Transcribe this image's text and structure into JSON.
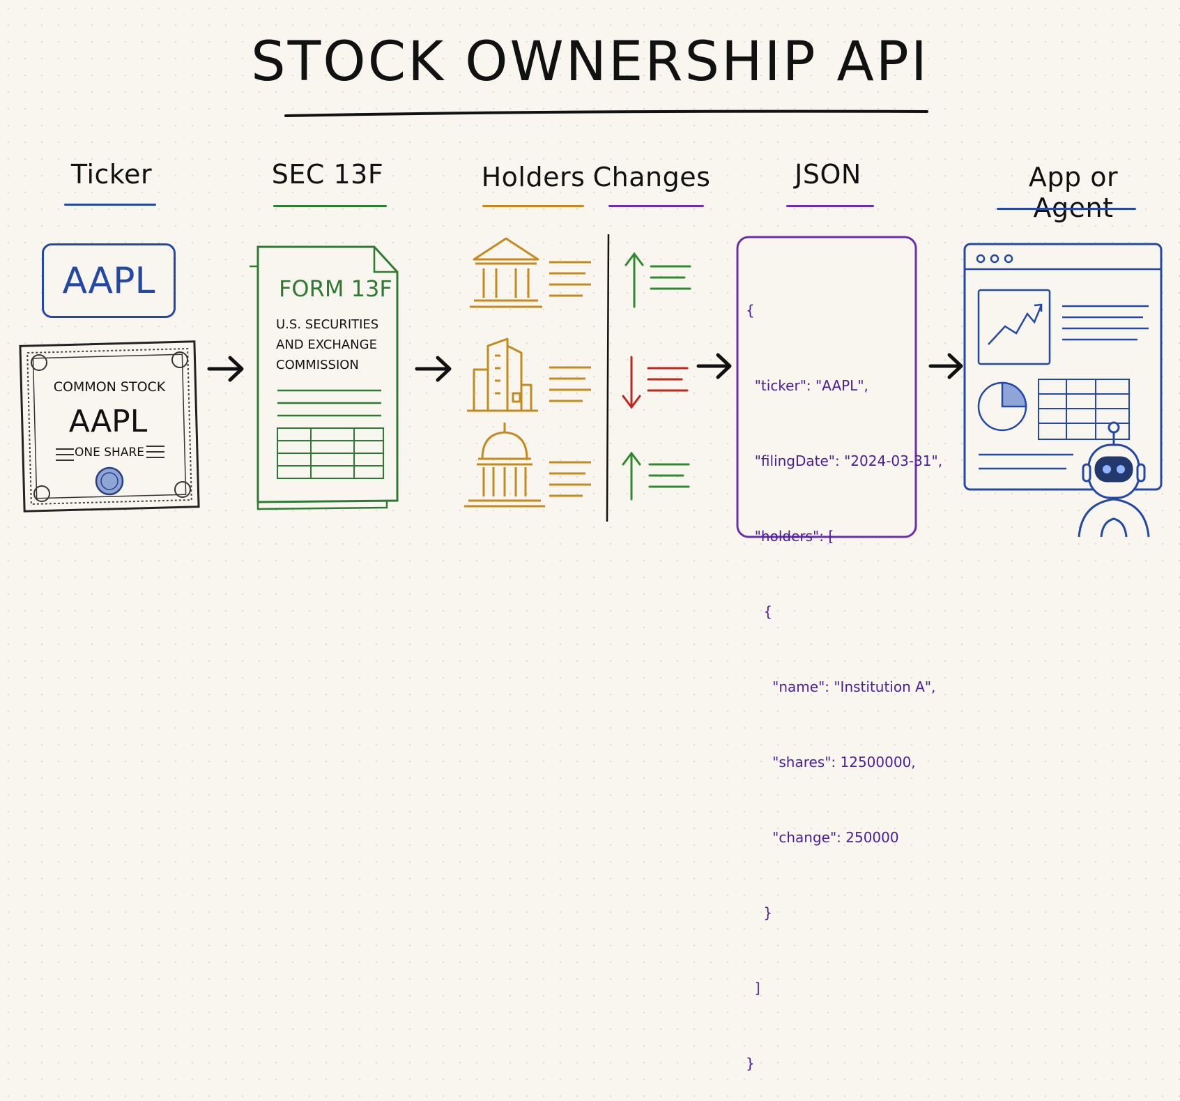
{
  "title": "STOCK OWNERSHIP API",
  "headers": {
    "ticker": "Ticker",
    "sec": "SEC 13F",
    "holders": "Holders",
    "changes": "Changes",
    "json": "JSON",
    "app": "App or Agent"
  },
  "colors": {
    "ticker": "#2448a8",
    "sec": "#2f7a33",
    "holders": "#c48a1e",
    "changes": "#6a2fb0",
    "json": "#6a2fb0",
    "app": "#2448a8",
    "up": "#2f8a2f",
    "down": "#c0241c"
  },
  "ticker_box": "AAPL",
  "certificate": {
    "line1": "COMMON STOCK",
    "symbol": "AAPL",
    "line3": "ONE SHARE"
  },
  "form": {
    "title": "FORM 13F",
    "line1": "U.S. SECURITIES",
    "line2": "AND EXCHANGE",
    "line3": "COMMISSION"
  },
  "holders_icons": [
    "bank-icon",
    "office-building-icon",
    "capitol-dome-icon"
  ],
  "changes_arrows": [
    "up",
    "down",
    "up"
  ],
  "json_lines": [
    "{",
    "  \"ticker\": \"AAPL\",",
    "  \"filingDate\": \"2024-03-31\",",
    "  \"holders\": [",
    "    {",
    "      \"name\": \"Institution A\",",
    "      \"shares\": 12500000,",
    "      \"change\": 250000",
    "    }",
    "  ]",
    "}"
  ]
}
